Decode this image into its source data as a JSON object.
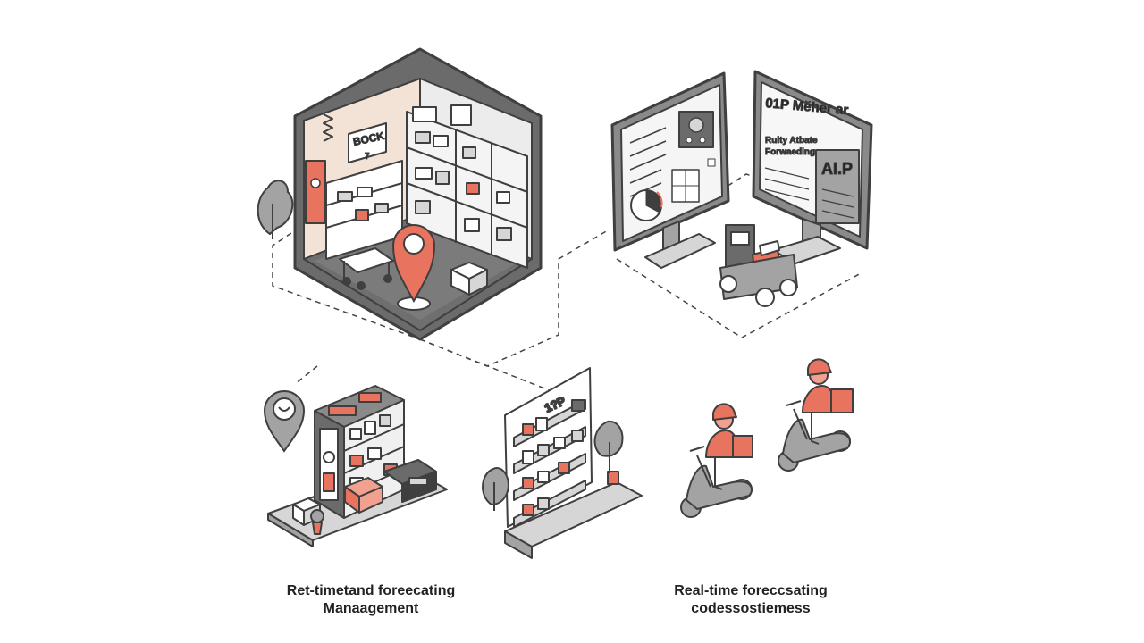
{
  "colors": {
    "accent": "#e8735e",
    "accent_soft": "#f2a08f",
    "outline": "#3f3f3f",
    "gray_dark": "#6b6b6b",
    "gray_mid": "#a3a3a3",
    "gray_light": "#d6d6d6",
    "wall_beige": "#f3e3d6"
  },
  "warehouse": {
    "sign_text": "BOCK",
    "sign_sub": "7",
    "location_pin": "map-pin-icon"
  },
  "monitor_right": {
    "title": "01P Mӗher ar",
    "subtitle_line1": "Rulty Atbate",
    "subtitle_line2": "Forwaeding",
    "badge": "AI.P"
  },
  "store_shelf": {
    "sign_text": "1?P"
  },
  "captions": {
    "left_line1": "Ret-timetand foreecating",
    "left_line2": "Manaagement",
    "right_line1": "Real-time foreccsating",
    "right_line2": "codessostiemess"
  }
}
